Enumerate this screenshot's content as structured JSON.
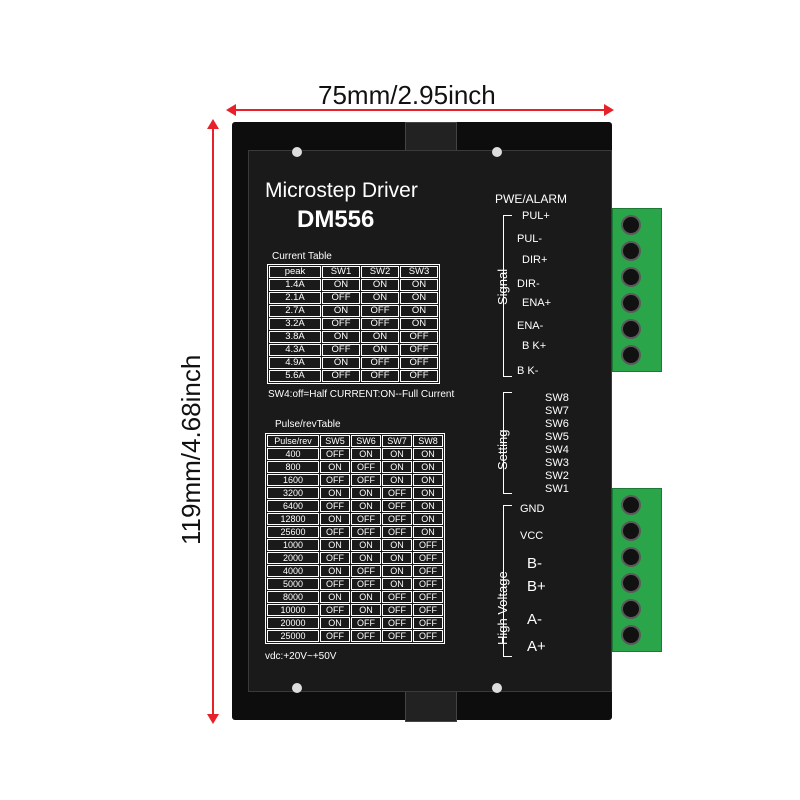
{
  "dimensions": {
    "width": "75mm/2.95inch",
    "height": "119mm/4.68inch"
  },
  "device": {
    "title": "Microstep Driver",
    "model": "DM556"
  },
  "current_table": {
    "title": "Current Table",
    "headers": [
      "peak",
      "SW1",
      "SW2",
      "SW3"
    ],
    "rows": [
      [
        "1.4A",
        "ON",
        "ON",
        "ON"
      ],
      [
        "2.1A",
        "OFF",
        "ON",
        "ON"
      ],
      [
        "2.7A",
        "ON",
        "OFF",
        "ON"
      ],
      [
        "3.2A",
        "OFF",
        "OFF",
        "ON"
      ],
      [
        "3.8A",
        "ON",
        "ON",
        "OFF"
      ],
      [
        "4.3A",
        "OFF",
        "ON",
        "OFF"
      ],
      [
        "4.9A",
        "ON",
        "OFF",
        "OFF"
      ],
      [
        "5.6A",
        "OFF",
        "OFF",
        "OFF"
      ]
    ],
    "note": "SW4:off=Half CURRENT:ON--Full Current"
  },
  "pulse_table": {
    "title": "Pulse/revTable",
    "headers": [
      "Pulse/rev",
      "SW5",
      "SW6",
      "SW7",
      "SW8"
    ],
    "rows": [
      [
        "400",
        "OFF",
        "ON",
        "ON",
        "ON"
      ],
      [
        "800",
        "ON",
        "OFF",
        "ON",
        "ON"
      ],
      [
        "1600",
        "OFF",
        "OFF",
        "ON",
        "ON"
      ],
      [
        "3200",
        "ON",
        "ON",
        "OFF",
        "ON"
      ],
      [
        "6400",
        "OFF",
        "ON",
        "OFF",
        "ON"
      ],
      [
        "12800",
        "ON",
        "OFF",
        "OFF",
        "ON"
      ],
      [
        "25600",
        "OFF",
        "OFF",
        "OFF",
        "ON"
      ],
      [
        "1000",
        "ON",
        "ON",
        "ON",
        "OFF"
      ],
      [
        "2000",
        "OFF",
        "ON",
        "ON",
        "OFF"
      ],
      [
        "4000",
        "ON",
        "OFF",
        "ON",
        "OFF"
      ],
      [
        "5000",
        "OFF",
        "OFF",
        "ON",
        "OFF"
      ],
      [
        "8000",
        "ON",
        "ON",
        "OFF",
        "OFF"
      ],
      [
        "10000",
        "OFF",
        "ON",
        "OFF",
        "OFF"
      ],
      [
        "20000",
        "ON",
        "OFF",
        "OFF",
        "OFF"
      ],
      [
        "25000",
        "OFF",
        "OFF",
        "OFF",
        "OFF"
      ]
    ],
    "note": "vdc:+20V~+50V"
  },
  "signal": {
    "header": "PWE/ALARM",
    "group": "Signal",
    "pins": [
      "PUL+",
      "PUL-",
      "DIR+",
      "DIR-",
      "ENA+",
      "ENA-",
      "B K+",
      "B K-"
    ]
  },
  "setting": {
    "group": "Setting",
    "switches": [
      "SW8",
      "SW7",
      "SW6",
      "SW5",
      "SW4",
      "SW3",
      "SW2",
      "SW1"
    ]
  },
  "power": {
    "group": "High Voltage",
    "pins": [
      "GND",
      "VCC",
      "B-",
      "B+",
      "A-",
      "A+"
    ]
  }
}
